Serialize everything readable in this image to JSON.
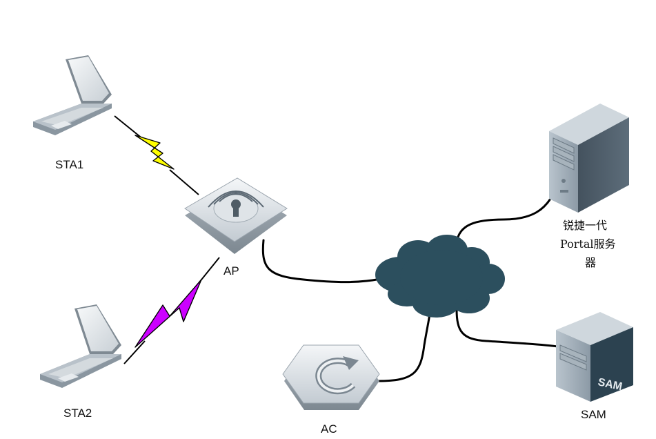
{
  "nodes": {
    "sta1": {
      "label": "STA1",
      "icon": "laptop-icon"
    },
    "sta2": {
      "label": "STA2",
      "icon": "laptop-icon"
    },
    "ap": {
      "label": "AP",
      "icon": "wireless-access-point-icon"
    },
    "ac": {
      "label": "AC",
      "icon": "access-controller-icon"
    },
    "network": {
      "icon": "cloud-icon"
    },
    "portal_server": {
      "label_lines": [
        "锐捷一代",
        "Portal服务",
        "器"
      ],
      "icon": "server-tower-icon"
    },
    "sam": {
      "label": "SAM",
      "badge": "SAM",
      "icon": "sam-server-icon"
    }
  },
  "links": {
    "sta1_ap": {
      "type": "wireless",
      "color": "#ffff00"
    },
    "sta2_ap": {
      "type": "wireless",
      "color": "#cc00ff"
    },
    "ap_network": {
      "type": "wired"
    },
    "ac_network": {
      "type": "wired"
    },
    "portal_network": {
      "type": "wired"
    },
    "sam_network": {
      "type": "wired"
    }
  },
  "colors": {
    "cloud": "#2c4f5e",
    "device_gray": "#9aa4ae",
    "laptop_frame": "#8f9aa3",
    "server_body": "#5e7080"
  }
}
